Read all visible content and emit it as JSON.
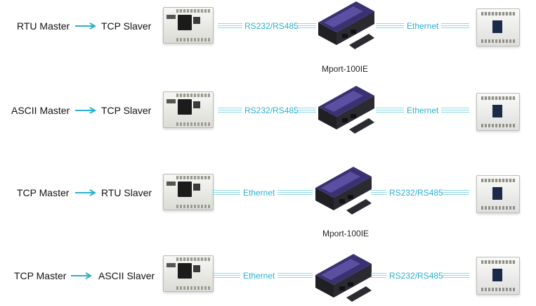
{
  "rows": [
    {
      "master": "RTU Master",
      "slaver": "TCP Slaver",
      "left_link": "RS232/RS485",
      "right_link": "Ethernet",
      "device_caption": "Mport-100IE"
    },
    {
      "master": "ASCII Master",
      "slaver": "TCP Slaver",
      "left_link": "RS232/RS485",
      "right_link": "Ethernet",
      "device_caption": ""
    },
    {
      "master": "TCP Master",
      "slaver": "RTU Slaver",
      "left_link": "Ethernet",
      "right_link": "RS232/RS485",
      "device_caption": "Mport-100IE"
    },
    {
      "master": "TCP Master",
      "slaver": "ASCII Slaver",
      "left_link": "Ethernet",
      "right_link": "RS232/RS485",
      "device_caption": ""
    }
  ],
  "colors": {
    "link": "#2ab0cf",
    "arrow": "#2ab0cf",
    "device": "#2c2460"
  },
  "icons": [
    "arrow-right-icon",
    "plc-icon",
    "gateway-icon"
  ]
}
